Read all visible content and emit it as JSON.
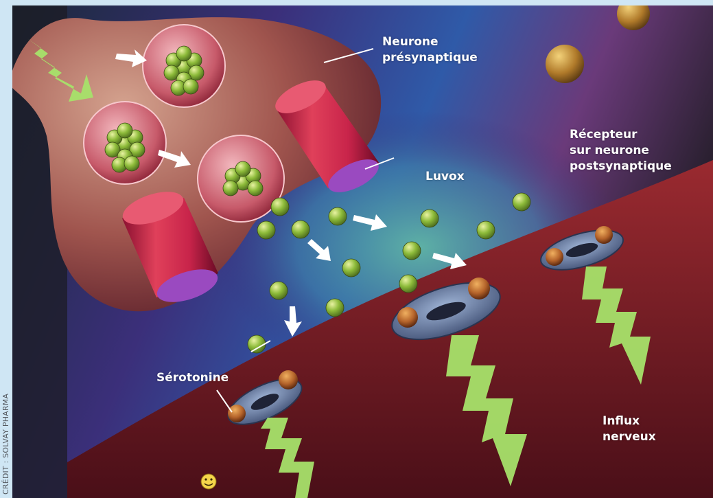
{
  "labels": {
    "presynaptic": "Neurone\nprésynaptique",
    "receptor": "Récepteur\nsur neurone\npostsynaptique",
    "luvox": "Luvox",
    "serotonin": "Sérotonine",
    "impulse": "Influx\nnerveux"
  },
  "credit": "CRÉDIT : SOLVAY PHARMA",
  "colors": {
    "frame": "#cfe6f4",
    "neuron": "#8a3a3a",
    "postsynaptic": "#7a1b22",
    "molecule": "#7fae3a",
    "impulse": "#a6e16a",
    "reuptake_cylinder": "#c8244a"
  }
}
